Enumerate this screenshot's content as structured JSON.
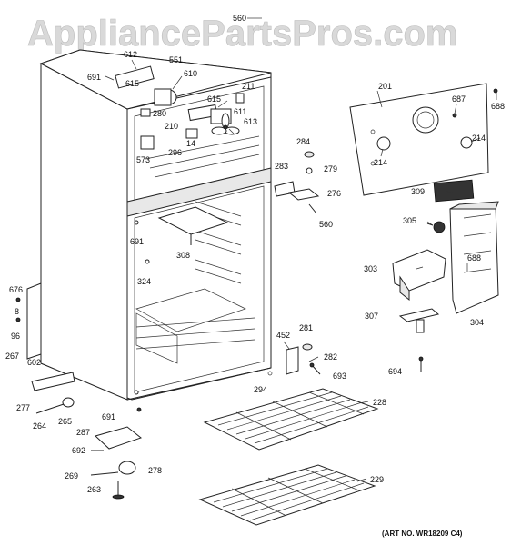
{
  "watermark": "AppliancePartsPros.com",
  "art_number": "(ART NO. WR18209 C4)",
  "callouts": [
    {
      "id": "c560a",
      "text": "560"
    },
    {
      "id": "c612",
      "text": "612"
    },
    {
      "id": "c551",
      "text": "551"
    },
    {
      "id": "c691a",
      "text": "691"
    },
    {
      "id": "c615a",
      "text": "615"
    },
    {
      "id": "c610",
      "text": "610"
    },
    {
      "id": "c615b",
      "text": "615"
    },
    {
      "id": "c211",
      "text": "211"
    },
    {
      "id": "c280",
      "text": "280"
    },
    {
      "id": "c611",
      "text": "611"
    },
    {
      "id": "c210",
      "text": "210"
    },
    {
      "id": "c613",
      "text": "613"
    },
    {
      "id": "c14",
      "text": "14"
    },
    {
      "id": "c573",
      "text": "573"
    },
    {
      "id": "c296",
      "text": "296"
    },
    {
      "id": "c201",
      "text": "201"
    },
    {
      "id": "c687",
      "text": "687"
    },
    {
      "id": "c688a",
      "text": "688"
    },
    {
      "id": "c284",
      "text": "284"
    },
    {
      "id": "c214a",
      "text": "214"
    },
    {
      "id": "c214b",
      "text": "214"
    },
    {
      "id": "c283",
      "text": "283"
    },
    {
      "id": "c279",
      "text": "279"
    },
    {
      "id": "c276",
      "text": "276"
    },
    {
      "id": "c309",
      "text": "309"
    },
    {
      "id": "c560b",
      "text": "560"
    },
    {
      "id": "c305",
      "text": "305"
    },
    {
      "id": "c691b",
      "text": "691"
    },
    {
      "id": "c308",
      "text": "308"
    },
    {
      "id": "c688b",
      "text": "688"
    },
    {
      "id": "c303",
      "text": "303"
    },
    {
      "id": "c324",
      "text": "324"
    },
    {
      "id": "c676",
      "text": "676"
    },
    {
      "id": "c8",
      "text": "8"
    },
    {
      "id": "c307",
      "text": "307"
    },
    {
      "id": "c304",
      "text": "304"
    },
    {
      "id": "c96",
      "text": "96"
    },
    {
      "id": "c281",
      "text": "281"
    },
    {
      "id": "c452",
      "text": "452"
    },
    {
      "id": "c282",
      "text": "282"
    },
    {
      "id": "c267",
      "text": "267"
    },
    {
      "id": "c602",
      "text": "602"
    },
    {
      "id": "c693",
      "text": "693"
    },
    {
      "id": "c694",
      "text": "694"
    },
    {
      "id": "c294",
      "text": "294"
    },
    {
      "id": "c277",
      "text": "277"
    },
    {
      "id": "c228",
      "text": "228"
    },
    {
      "id": "c264",
      "text": "264"
    },
    {
      "id": "c265",
      "text": "265"
    },
    {
      "id": "c691c",
      "text": "691"
    },
    {
      "id": "c287",
      "text": "287"
    },
    {
      "id": "c692",
      "text": "692"
    },
    {
      "id": "c269",
      "text": "269"
    },
    {
      "id": "c278",
      "text": "278"
    },
    {
      "id": "c229",
      "text": "229"
    },
    {
      "id": "c263",
      "text": "263"
    }
  ]
}
